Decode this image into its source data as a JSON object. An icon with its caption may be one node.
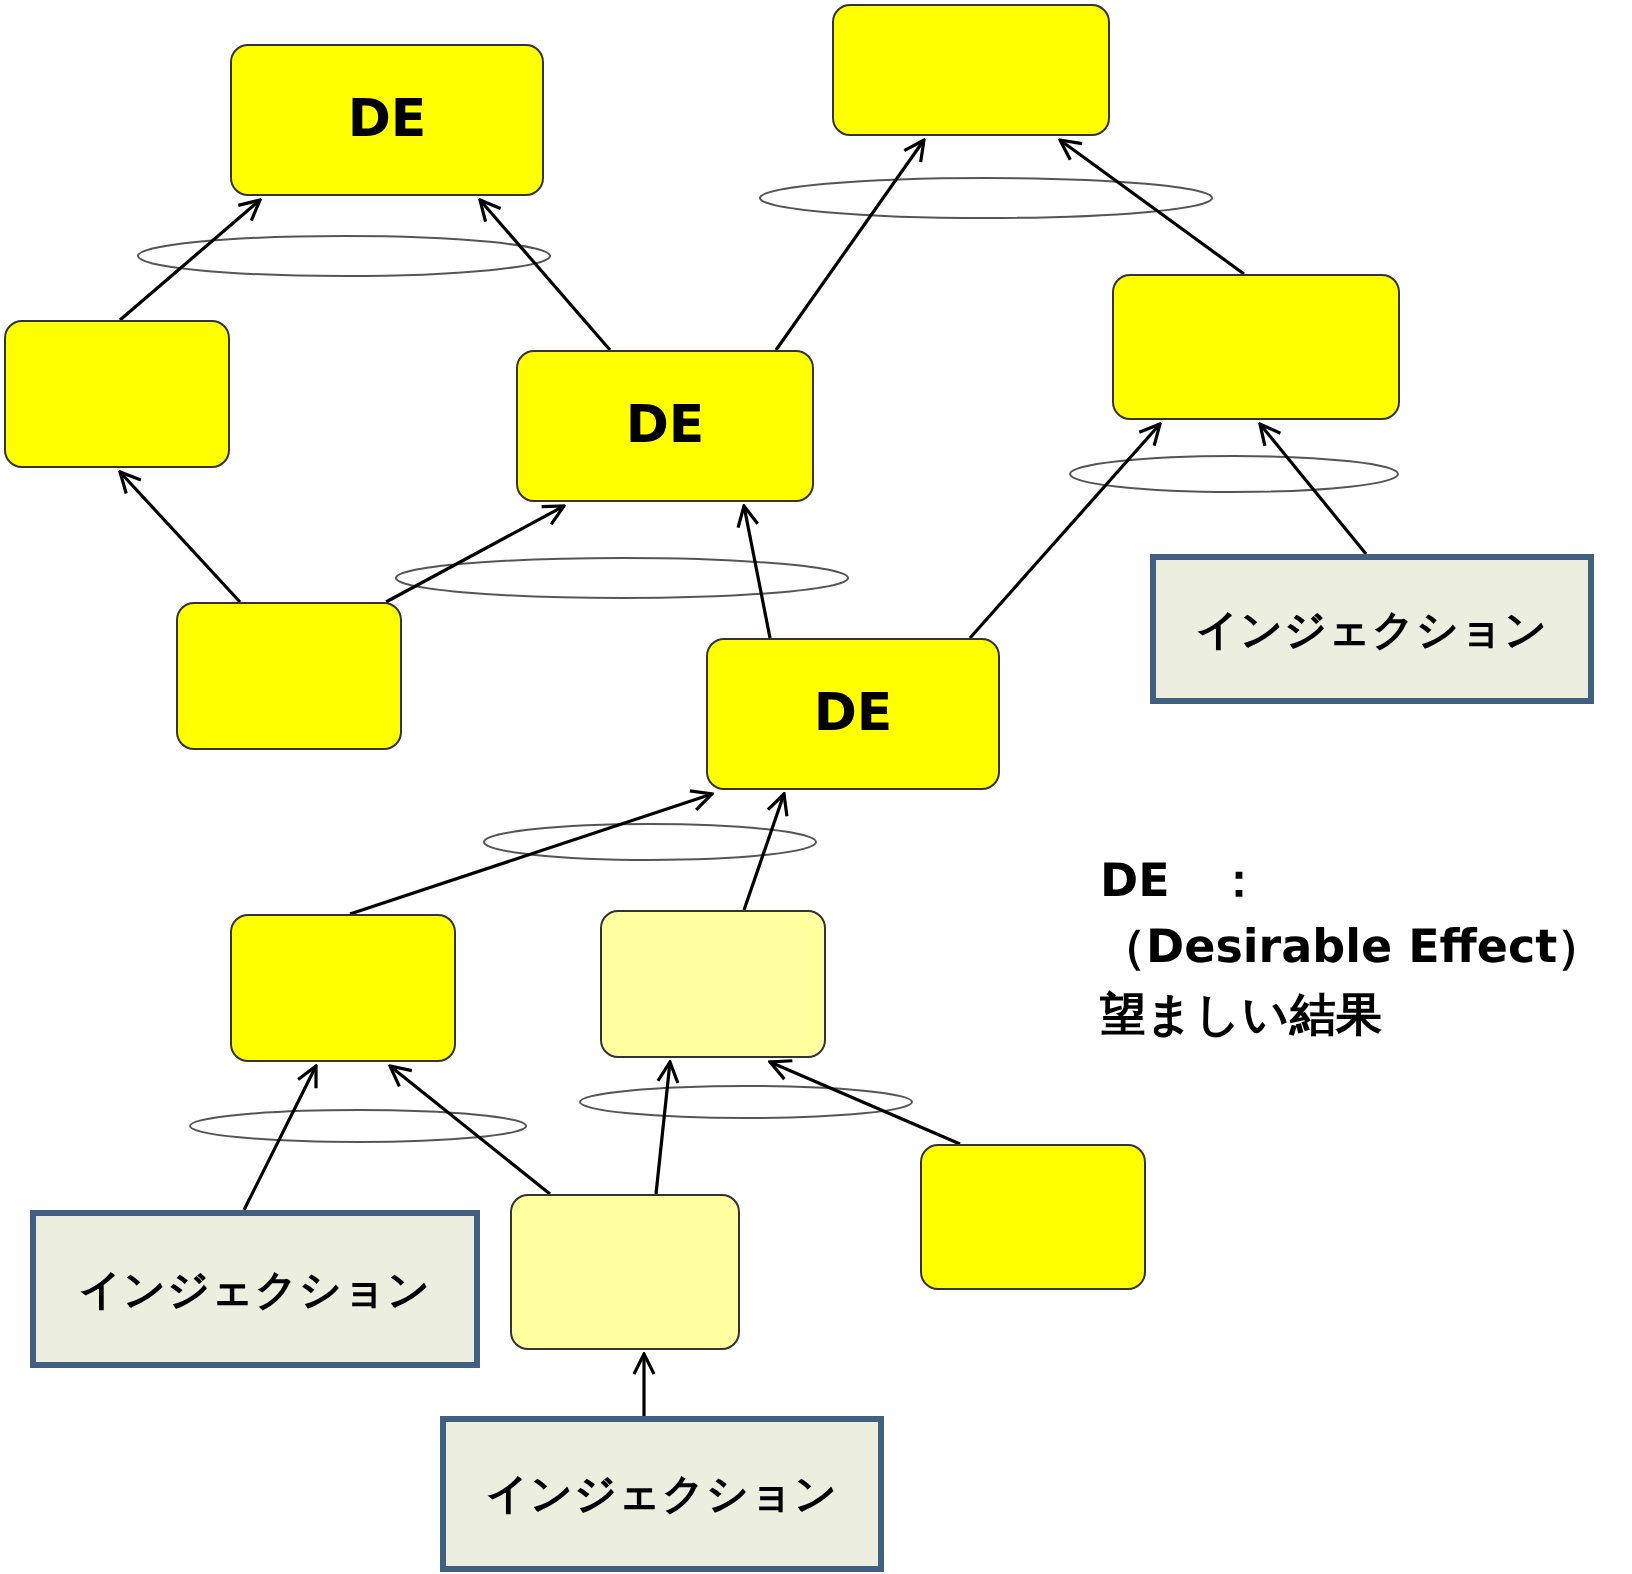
{
  "diagram": {
    "nodes": [
      {
        "text": [
          "DE"
        ]
      },
      {
        "text": [],
        "shape": "box"
      },
      {
        "text": [],
        "shape": "box"
      },
      {
        "text": [
          "DE"
        ]
      },
      {
        "text": [],
        "shape": "box"
      },
      {
        "text": [],
        "shape": "box"
      },
      {
        "text": [
          "インジェクション"
        ]
      },
      {
        "text": [
          "DE"
        ]
      },
      {
        "text": [],
        "shape": "box"
      },
      {
        "text": [],
        "shape": "box"
      },
      {
        "text": [],
        "shape": "box"
      },
      {
        "text": [
          "インジェクション"
        ]
      },
      {
        "text": [],
        "shape": "box"
      },
      {
        "text": [
          "インジェクション"
        ]
      }
    ],
    "edges": [
      {
        "from": 2,
        "to": 0,
        "arrow": "to"
      },
      {
        "from": 3,
        "to": 0,
        "arrow": "to"
      },
      {
        "from": 5,
        "to": 2,
        "arrow": "to"
      },
      {
        "from": 5,
        "to": 3,
        "arrow": "to"
      },
      {
        "from": 7,
        "to": 3,
        "arrow": "to"
      },
      {
        "from": 3,
        "to": 1,
        "arrow": "to"
      },
      {
        "from": 4,
        "to": 1,
        "arrow": "to"
      },
      {
        "from": 7,
        "to": 4,
        "arrow": "to"
      },
      {
        "from": 6,
        "to": 4,
        "arrow": "to"
      },
      {
        "from": 8,
        "to": 7,
        "arrow": "to"
      },
      {
        "from": 9,
        "to": 7,
        "arrow": "to"
      },
      {
        "from": 11,
        "to": 8,
        "arrow": "to"
      },
      {
        "from": 12,
        "to": 8,
        "arrow": "to"
      },
      {
        "from": 12,
        "to": 9,
        "arrow": "to"
      },
      {
        "from": 10,
        "to": 9,
        "arrow": "to"
      },
      {
        "from": 13,
        "to": 12,
        "arrow": "to"
      }
    ],
    "labels": [
      "DE　：",
      "（Desirable Effect）",
      "望ましい結果"
    ]
  }
}
